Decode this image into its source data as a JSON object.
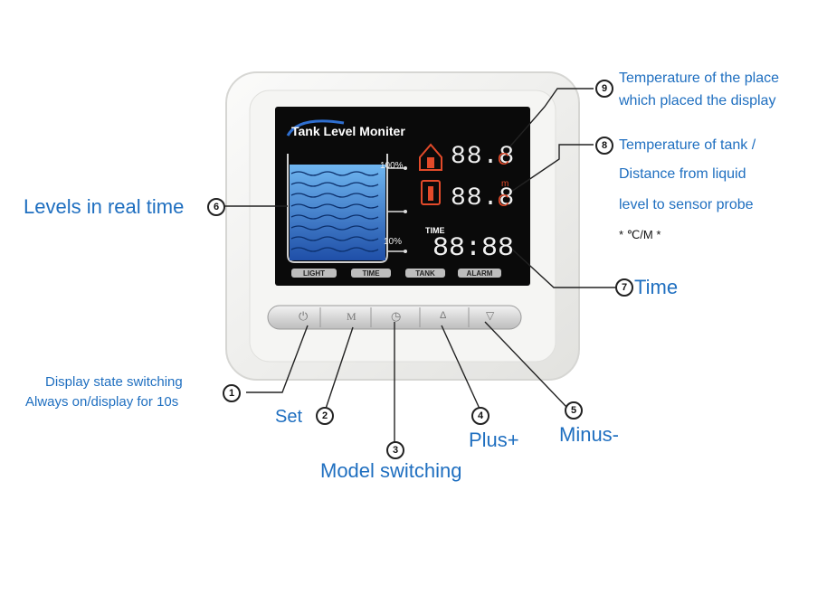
{
  "device": {
    "brand": "Tank Level Moniter",
    "level_marks": [
      "100%",
      "10%"
    ],
    "temp1": "88.8",
    "temp2": "88.8",
    "unit_c": "C",
    "unit_m": "m",
    "time_label": "TIME",
    "time_value": "88:88",
    "tabs": [
      "LIGHT",
      "TIME",
      "TANK",
      "ALARM"
    ],
    "buttons": [
      {
        "id": "power",
        "glyph": "⏻"
      },
      {
        "id": "set",
        "glyph": "M"
      },
      {
        "id": "mode",
        "glyph": "◷"
      },
      {
        "id": "plus",
        "glyph": "Δ"
      },
      {
        "id": "minus",
        "glyph": "▽"
      }
    ]
  },
  "callouts": {
    "c1": {
      "num": "1",
      "line1": "Display state switching",
      "line2": "Always on/display for 10s"
    },
    "c2": {
      "num": "2",
      "text": "Set"
    },
    "c3": {
      "num": "3",
      "text": "Model switching"
    },
    "c4": {
      "num": "4",
      "text": "Plus+"
    },
    "c5": {
      "num": "5",
      "text": "Minus-"
    },
    "c6": {
      "num": "6",
      "text": "Levels in real time"
    },
    "c7": {
      "num": "7",
      "text": "Time"
    },
    "c8": {
      "num": "8",
      "line1": "Temperature of tank /",
      "line2": "Distance from liquid",
      "line3": "level to sensor probe",
      "unit": "* ℃/M *"
    },
    "c9": {
      "num": "9",
      "line1": "Temperature of the place",
      "line2": "which placed the display"
    }
  },
  "colors": {
    "label": "#1f6fc0",
    "screen": "#0a0a0a",
    "case": "#f1f1ef",
    "water": "#2f6fd0"
  }
}
